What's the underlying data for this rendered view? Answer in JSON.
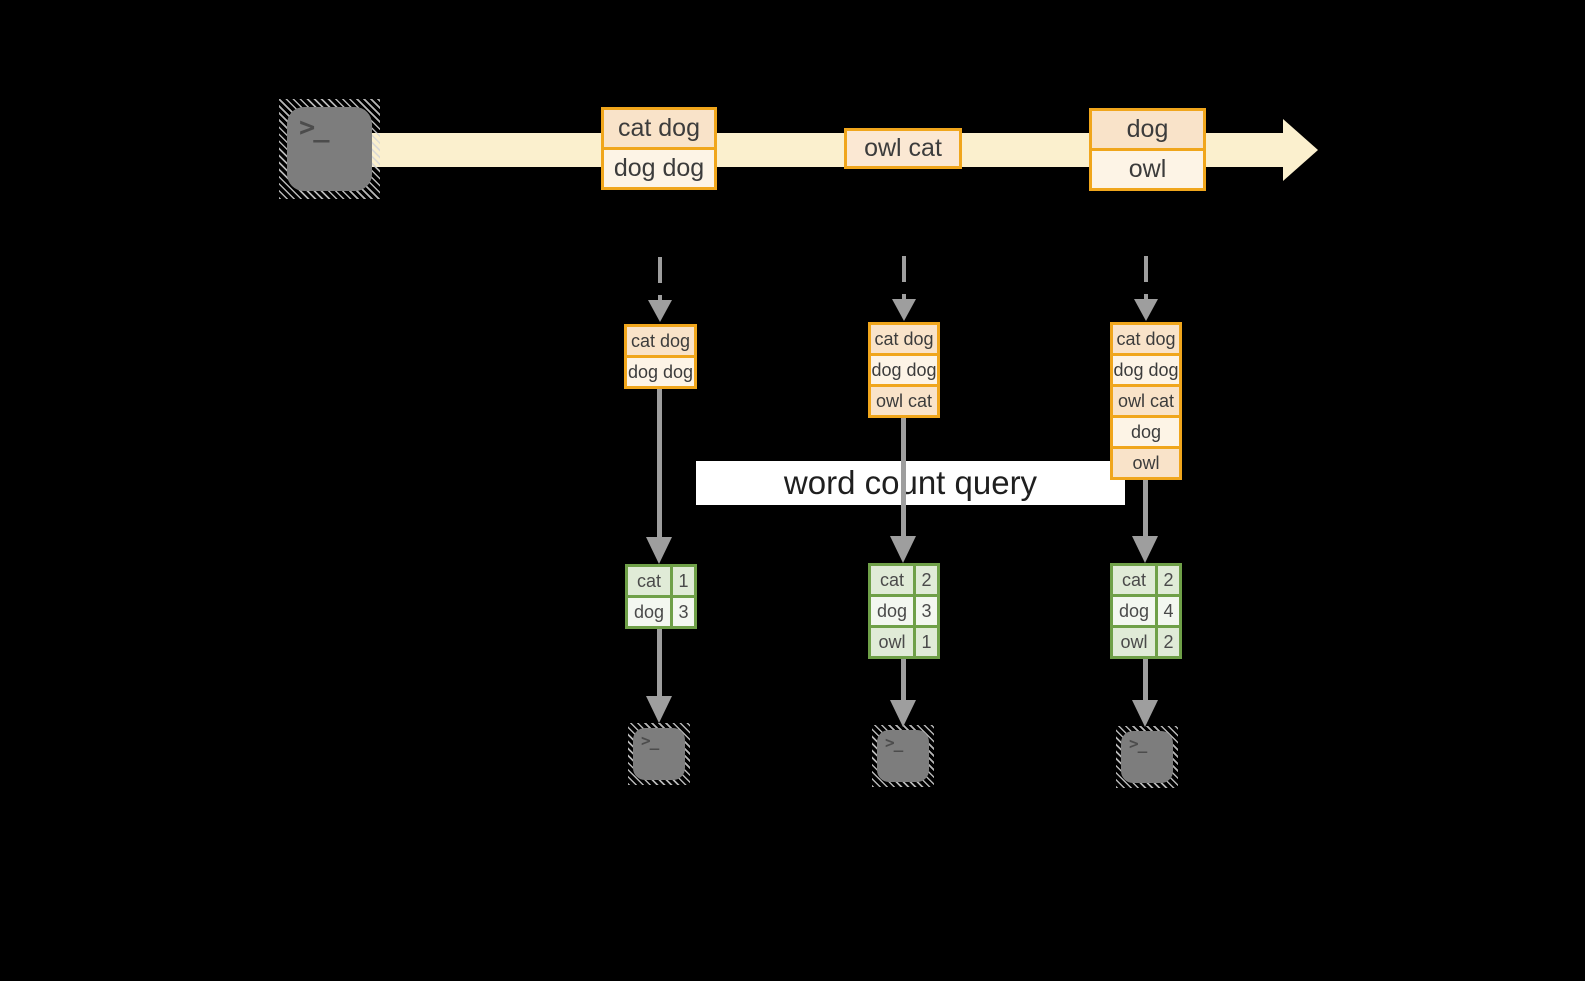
{
  "diagram": {
    "query_label": "word count query",
    "prompt_glyph": ">_",
    "stream_messages": [
      {
        "lines": [
          "cat dog",
          "dog dog"
        ]
      },
      {
        "lines": [
          "owl cat"
        ]
      },
      {
        "lines": [
          "dog",
          "owl"
        ]
      }
    ],
    "columns": [
      {
        "state": [
          "cat dog",
          "dog dog"
        ],
        "counts": [
          {
            "word": "cat",
            "count": "1"
          },
          {
            "word": "dog",
            "count": "3"
          }
        ]
      },
      {
        "state": [
          "cat dog",
          "dog dog",
          "owl cat"
        ],
        "counts": [
          {
            "word": "cat",
            "count": "2"
          },
          {
            "word": "dog",
            "count": "3"
          },
          {
            "word": "owl",
            "count": "1"
          }
        ]
      },
      {
        "state": [
          "cat dog",
          "dog dog",
          "owl cat",
          "dog",
          "owl"
        ],
        "counts": [
          {
            "word": "cat",
            "count": "2"
          },
          {
            "word": "dog",
            "count": "4"
          },
          {
            "word": "owl",
            "count": "2"
          }
        ]
      }
    ]
  },
  "colors": {
    "accent_orange": "#F0A61C",
    "peach_cell": "#F9E3C9",
    "cream_cell": "#FDF4E6",
    "stream_band": "#FBF0CE",
    "green_border": "#6FA048",
    "green_tint": "#E0EBD7",
    "arrow_gray": "#9E9E9E",
    "terminal_gray": "#7D7D7D",
    "background": "#000000"
  }
}
